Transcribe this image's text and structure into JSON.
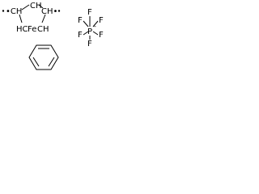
{
  "structure": {
    "cp_ring": {
      "atom_top_left": "•CH",
      "atom_top_center": "CH",
      "atom_top_right": "CH•",
      "atom_bottom_left": "HC",
      "atom_bottom_right": "CH",
      "metal": "Fe"
    },
    "counterion": {
      "fluorine_top": "F",
      "fluorine_left_upper": "F",
      "fluorine_right_upper": "F",
      "center": "P",
      "charge": "-",
      "fluorine_left_lower": "F",
      "fluorine_right_lower": "F",
      "fluorine_bottom": "F"
    },
    "arene": {
      "ring": "benzene"
    }
  }
}
